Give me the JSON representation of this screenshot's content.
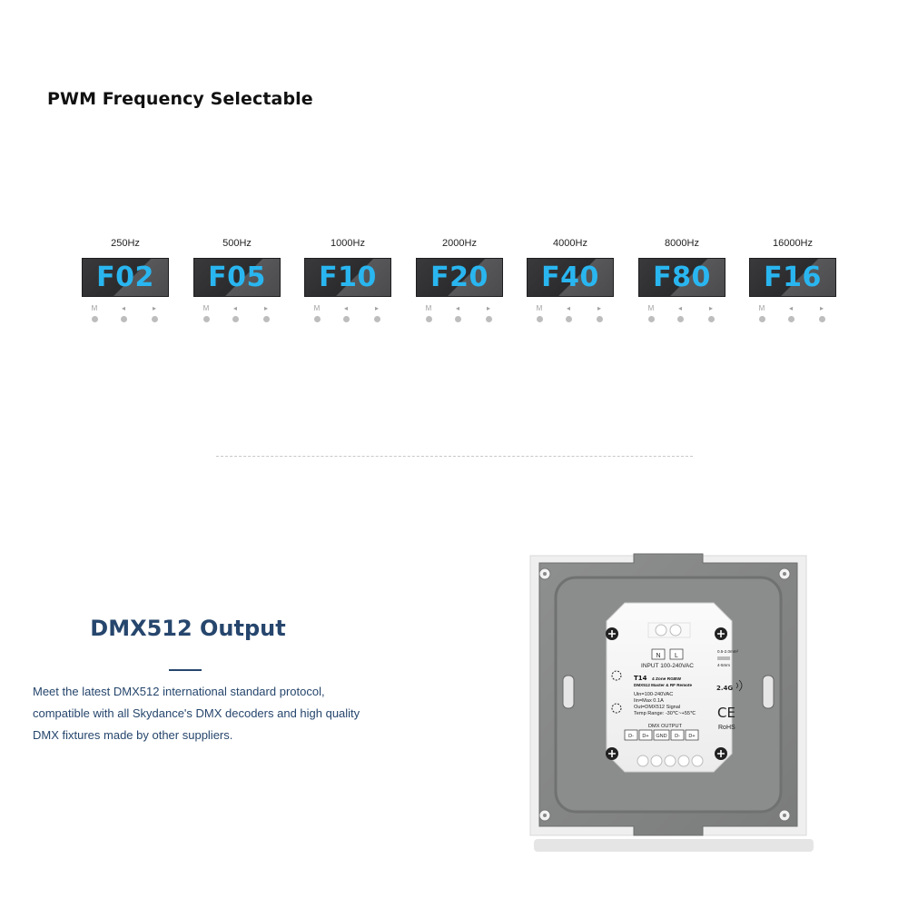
{
  "pwm": {
    "title": "PWM Frequency Selectable",
    "keys": {
      "mode": "M",
      "left": "◂",
      "right": "▸"
    },
    "display_color": "#29b6f0",
    "items": [
      {
        "freq": "250Hz",
        "code": "F02"
      },
      {
        "freq": "500Hz",
        "code": "F05"
      },
      {
        "freq": "1000Hz",
        "code": "F10"
      },
      {
        "freq": "2000Hz",
        "code": "F20"
      },
      {
        "freq": "4000Hz",
        "code": "F40"
      },
      {
        "freq": "8000Hz",
        "code": "F80"
      },
      {
        "freq": "16000Hz",
        "code": "F16"
      }
    ]
  },
  "dmx": {
    "heading": "DMX512 Output",
    "heading_color": "#26466d",
    "description": [
      "Meet the latest DMX512 international standard protocol,",
      "compatible with all Skydance's DMX decoders and high quality",
      "DMX fixtures made by other suppliers."
    ]
  },
  "device_label": {
    "n": "N",
    "l": "L",
    "input": "INPUT 100-240VAC",
    "wire_size": "0.5-2.0mm²",
    "strip_len": "4-5mm",
    "model": "T14",
    "model_desc": "4 Zone RGBW",
    "model_sub": "DMX512 Master & RF Remote",
    "spec1": "Uin=100-240VAC",
    "spec2": "Iin=Max 0.1A",
    "spec3": "Out=DMX512 Signal",
    "spec4": "Temp Range: -30℃~+55℃",
    "freq": "2.4G",
    "ce": "CE",
    "rohs": "RoHS",
    "dmx_output": "DMX OUTPUT",
    "terminals": [
      "D-",
      "D+",
      "GND",
      "D-",
      "D+"
    ]
  }
}
